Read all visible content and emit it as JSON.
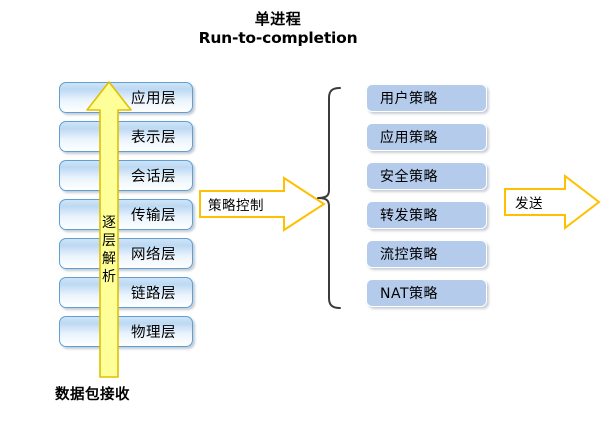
{
  "diagram": {
    "title": {
      "line1": "单进程",
      "line2": "Run-to-completion"
    },
    "bottom_caption": "数据包接收",
    "osi_stack": {
      "name": "osi-layer-stack",
      "layers": [
        {
          "label": "应用层"
        },
        {
          "label": "表示层"
        },
        {
          "label": "会话层"
        },
        {
          "label": "传输层"
        },
        {
          "label": "网络层"
        },
        {
          "label": "链路层"
        },
        {
          "label": "物理层"
        }
      ]
    },
    "up_arrow": {
      "label": "逐层解析",
      "chars": [
        "逐",
        "层",
        "解",
        "析"
      ],
      "fill": "#ffff99",
      "stroke": "#e0c000"
    },
    "policy_arrow": {
      "label": "策略控制",
      "fill": "#ffffff",
      "stroke": "#ffc000"
    },
    "send_arrow": {
      "label": "发送",
      "fill": "#ffffff",
      "stroke": "#ffc000"
    },
    "brace": {
      "name": "left-curly-brace"
    },
    "policy_stack": {
      "name": "policy-stack",
      "items": [
        {
          "label": "用户策略"
        },
        {
          "label": "应用策略"
        },
        {
          "label": "安全策略"
        },
        {
          "label": "转发策略"
        },
        {
          "label": "流控策略"
        },
        {
          "label": "NAT策略"
        }
      ],
      "fill": "#b4cbeb"
    },
    "colors": {
      "background": "#ffffff",
      "layer_border": "#5f9fd4",
      "layer_fill_top": "#bcd9f3",
      "policy_fill": "#b4cbeb",
      "arrow_gold": "#ffc000",
      "arrow_yellow": "#ffff99"
    }
  }
}
